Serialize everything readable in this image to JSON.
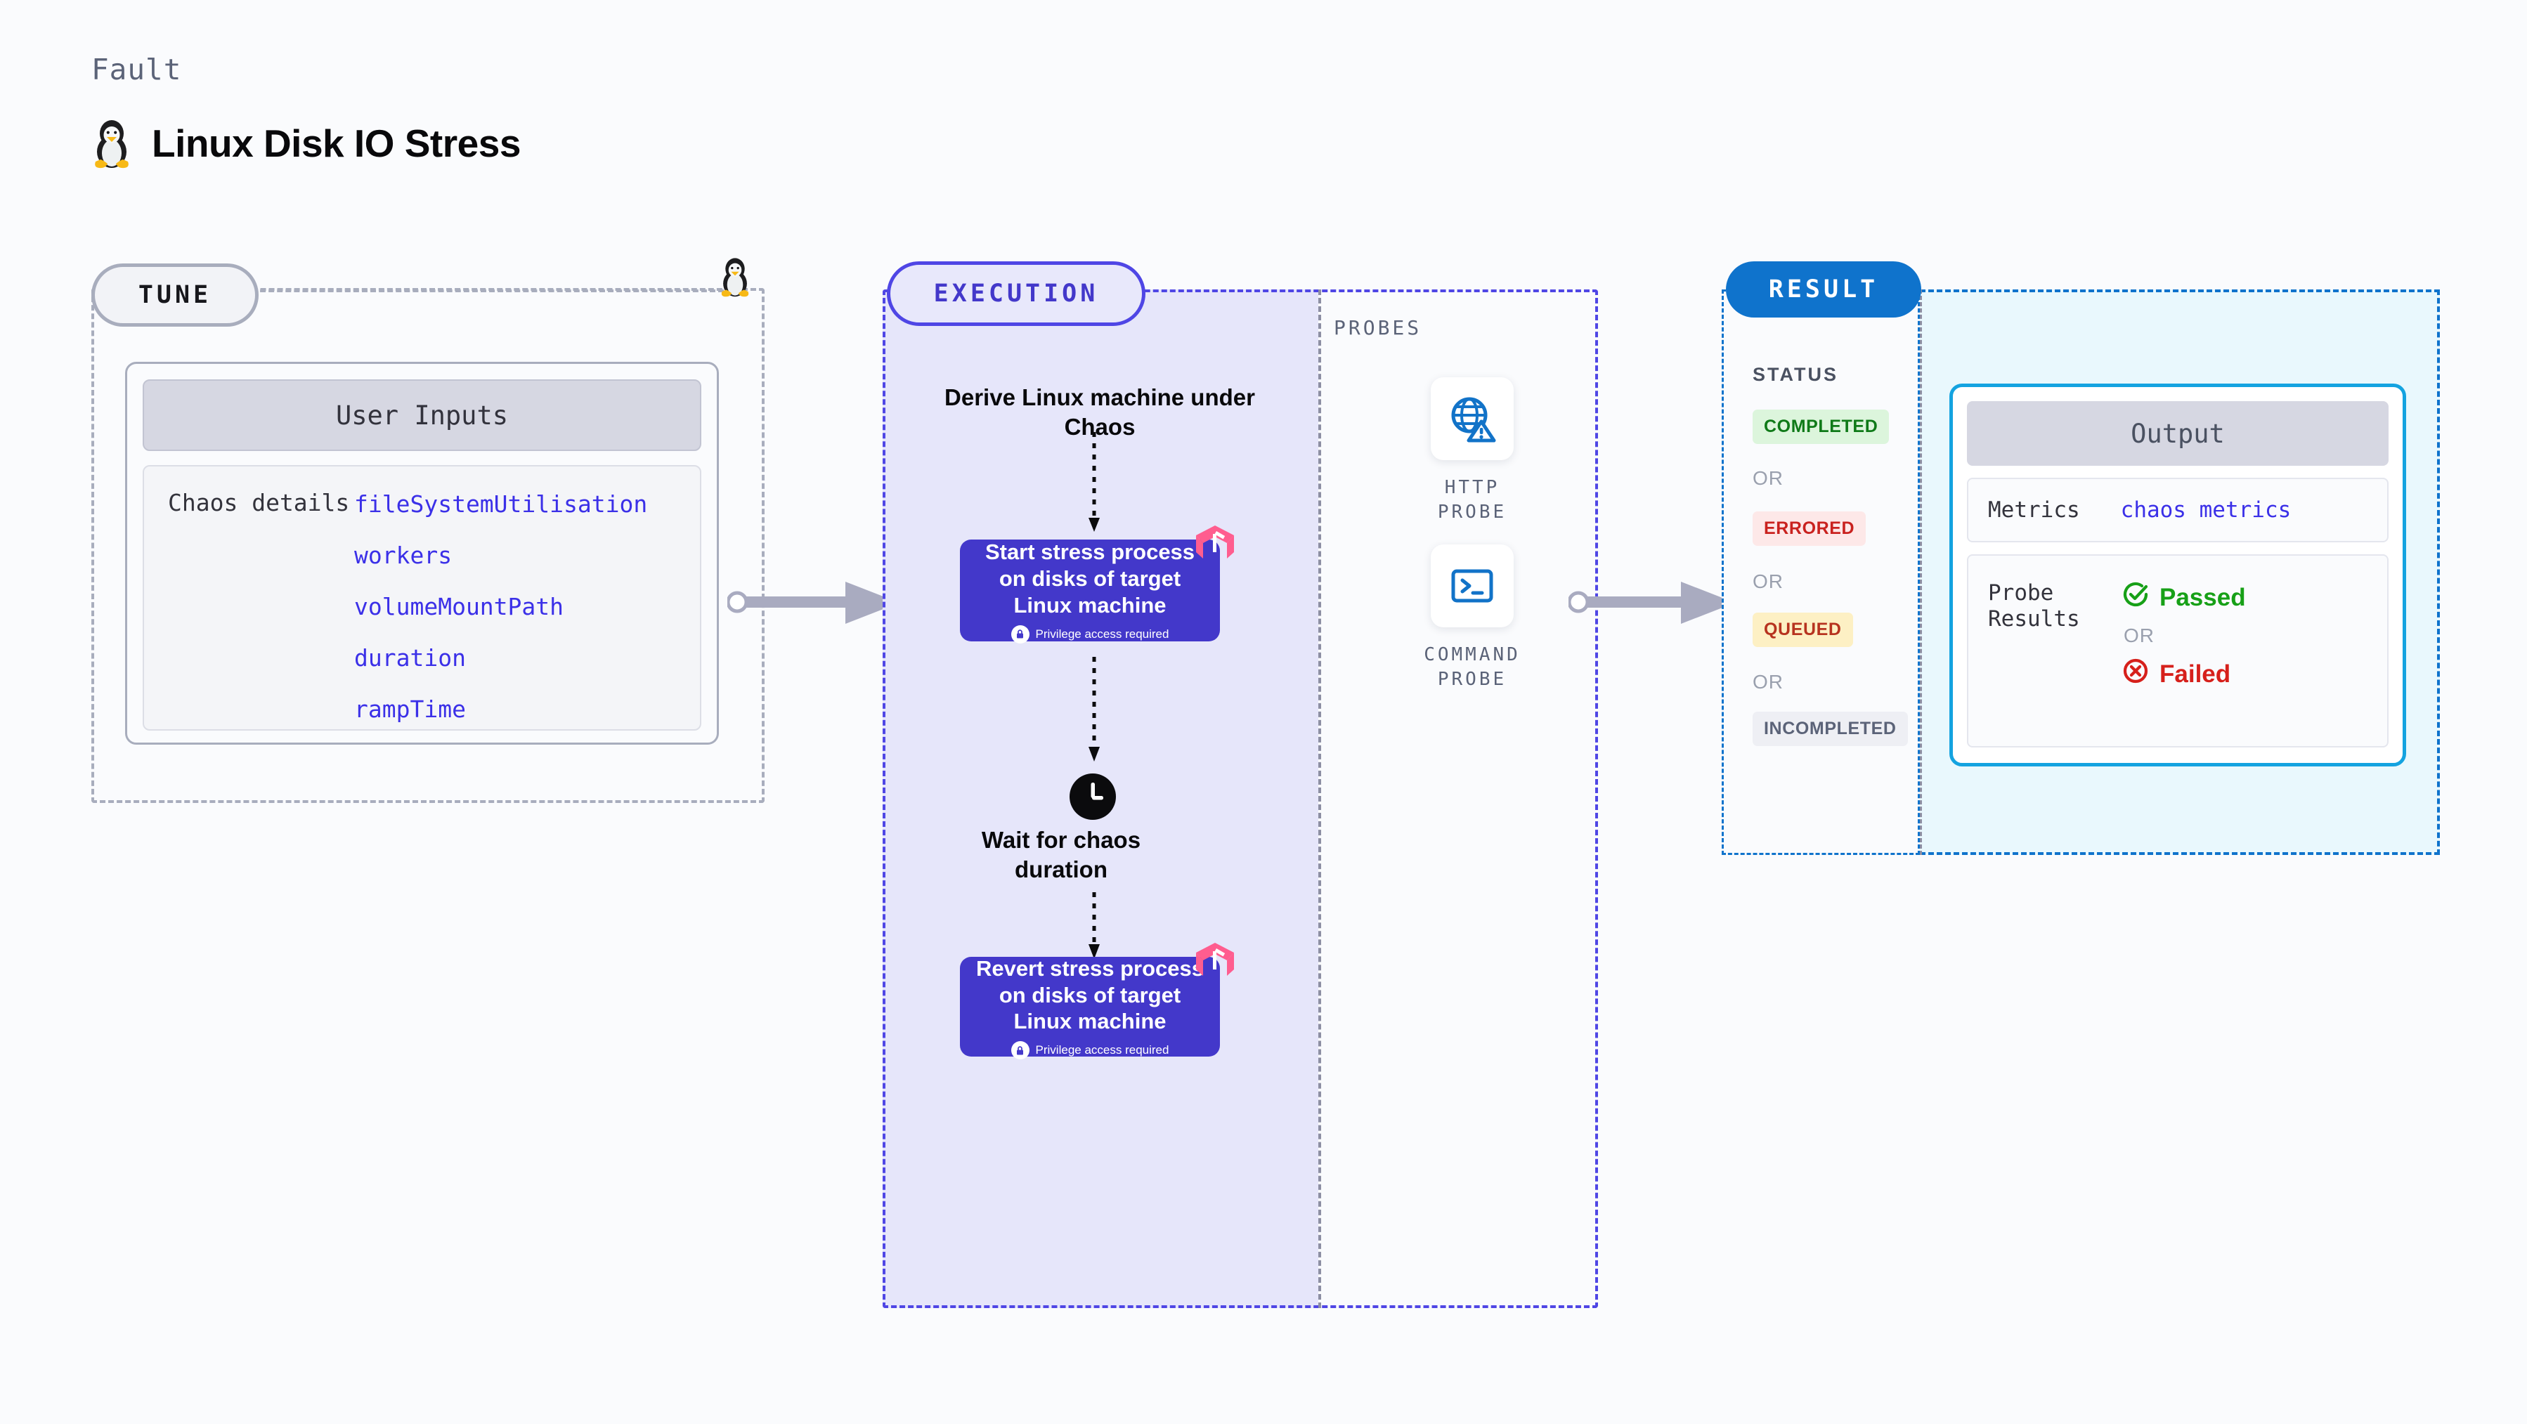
{
  "header": {
    "kicker": "Fault",
    "title": "Linux Disk IO Stress",
    "icon": "linux-penguin-icon"
  },
  "tune": {
    "pill_label": "TUNE",
    "icon": "linux-penguin-icon",
    "card": {
      "header": "User Inputs",
      "details_label": "Chaos details",
      "params": [
        "fileSystemUtilisation",
        "workers",
        "volumeMountPath",
        "duration",
        "rampTime"
      ]
    }
  },
  "execution": {
    "pill_label": "EXECUTION",
    "derive_step": "Derive Linux machine under Chaos",
    "nodes": [
      {
        "title": "Start stress process on disks of target Linux machine",
        "privilege_note": "Privilege access required",
        "badge_icon": "harness-logo-icon",
        "lock_icon": "lock-icon"
      },
      {
        "title": "Revert stress process on disks of target Linux machine",
        "privilege_note": "Privilege access required",
        "badge_icon": "harness-logo-icon",
        "lock_icon": "lock-icon"
      }
    ],
    "wait_step": {
      "label": "Wait for chaos duration",
      "icon": "clock-icon"
    }
  },
  "probes": {
    "heading": "PROBES",
    "items": [
      {
        "label": "HTTP PROBE",
        "icon": "globe-warning-icon"
      },
      {
        "label": "COMMAND PROBE",
        "icon": "terminal-icon"
      }
    ]
  },
  "result": {
    "pill_label": "RESULT",
    "status_heading": "STATUS",
    "or_label": "OR",
    "statuses": [
      {
        "label": "COMPLETED",
        "bg": "#dcf5dc",
        "fg": "#0f7a18"
      },
      {
        "label": "ERRORED",
        "bg": "#fde8e8",
        "fg": "#c9221f"
      },
      {
        "label": "QUEUED",
        "bg": "#fdf0c4",
        "fg": "#b7331f"
      },
      {
        "label": "INCOMPLETED",
        "bg": "#eeeff4",
        "fg": "#5b6378"
      }
    ],
    "output": {
      "header": "Output",
      "metrics_label": "Metrics",
      "metrics_value": "chaos metrics",
      "probe_results_label": "Probe Results",
      "verdicts": [
        {
          "label": "Passed",
          "icon": "check-circle-icon",
          "color": "#17a017"
        },
        {
          "label": "Failed",
          "icon": "x-circle-icon",
          "color": "#d6201b"
        }
      ],
      "or_label": "OR"
    }
  },
  "colors": {
    "page_bg": "#fafbfd",
    "tune_border": "#a8adbd",
    "execution_accent": "#4f46e5",
    "execution_fill": "#e6e6fa",
    "node_fill": "#4338ca",
    "result_accent": "#0f73cc",
    "output_border": "#14a3e0",
    "output_fill": "#e9f8fd",
    "param_text": "#3b30e8",
    "probe_icon": "#1273c8",
    "harness_pink": "#ff5d8f",
    "connector_gray": "#a9abc0"
  }
}
